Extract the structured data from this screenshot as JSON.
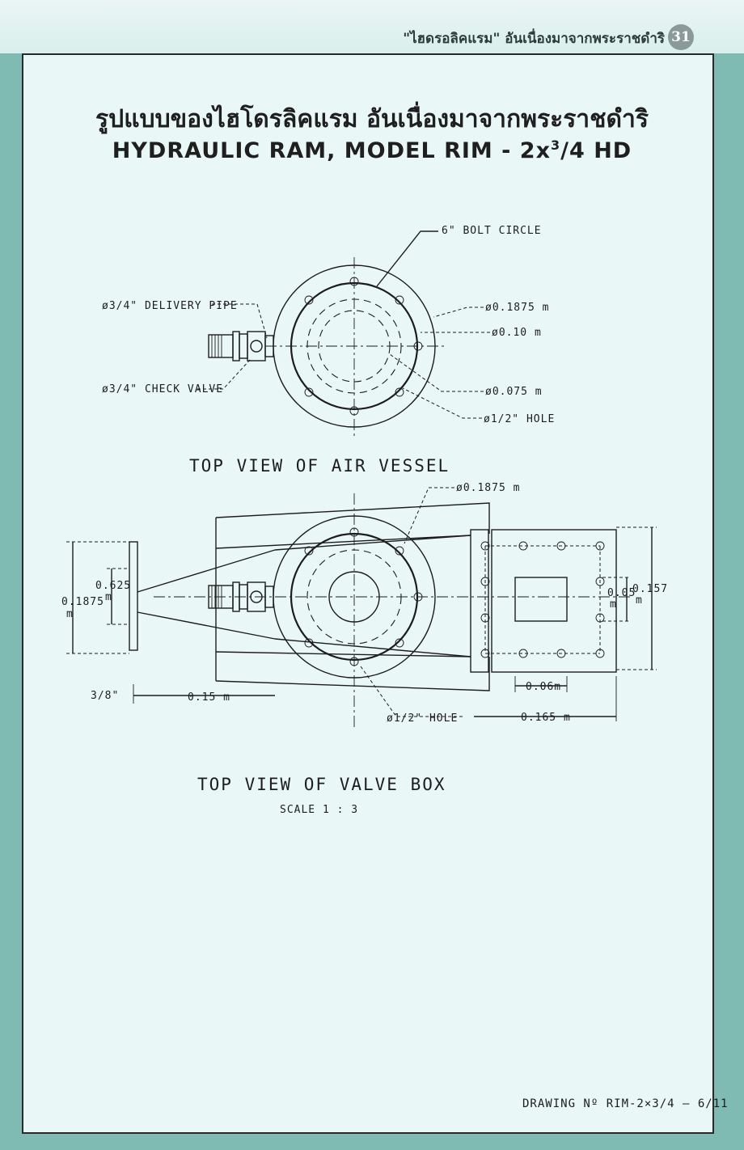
{
  "header": {
    "running_title": "\"ไฮดรอลิคแรม\" อันเนื่องมาจากพระราชดำริ",
    "page_number": "31"
  },
  "title": {
    "thai": "รูปแบบของไฮโดรลิคแรม อันเนื่องมาจากพระราชดำริ",
    "english_prefix": "HYDRAULIC RAM, MODEL RIM - 2x",
    "english_sup": "3",
    "english_suffix": "/4 HD"
  },
  "air_vessel": {
    "caption": "TOP VIEW OF AIR VESSEL",
    "labels": {
      "bolt_circle": "6\" BOLT  CIRCLE",
      "delivery_pipe": "ø3/4\" DELIVERY PIPE",
      "check_valve": "ø3/4\" CHECK VALVE",
      "outer_diameter": "ø0.1875 m",
      "inner_diameter": "ø0.10 m",
      "small_diameter": "ø0.075 m",
      "hole": "ø1/2\" HOLE"
    }
  },
  "valve_box": {
    "caption": "TOP VIEW OF VALVE BOX",
    "scale": "SCALE   1 : 3",
    "labels": {
      "diameter": "ø0.1875 m",
      "d_0625": "0.625",
      "d_0625_unit": "m",
      "d_01875": "0.1875",
      "d_01875_unit": "m",
      "d_005": "0.05",
      "d_005_unit": "m",
      "d_0157": "0.157",
      "d_0157_unit": "m",
      "d_3_8": "3/8\"",
      "d_015": "0.15 m",
      "d_006": "0.06m",
      "d_0165": "0.165 m",
      "hole": "ø1/2\" HOLE"
    }
  },
  "footer": {
    "drawing_number": "DRAWING  Nº RIM-2×3/4 – 6/11"
  }
}
